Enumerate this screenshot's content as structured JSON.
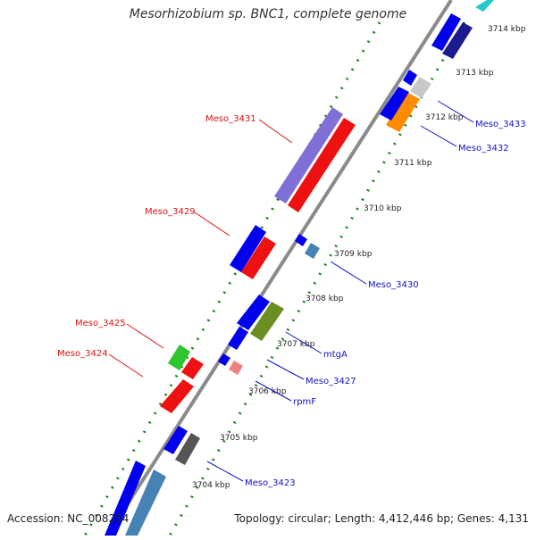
{
  "title": "Mesorhizobium sp. BNC1, complete genome",
  "footer": {
    "accession": "Accession: NC_008254",
    "topology": "Topology: circular; Length: 4,412,446 bp; Genes: 4,131"
  },
  "kbp_labels": [
    "3704 kbp",
    "3705 kbp",
    "3706 kbp",
    "3707 kbp",
    "3708 kbp",
    "3709 kbp",
    "3710 kbp",
    "3711 kbp",
    "3712 kbp",
    "3713 kbp",
    "3714 kbp"
  ],
  "gene_labels_left": [
    "Meso_3431",
    "Meso_3429",
    "Meso_3425",
    "Meso_3424"
  ],
  "gene_labels_right": [
    "Meso_3433",
    "Meso_3432",
    "Meso_3430",
    "mtgA",
    "Meso_3427",
    "rpmF",
    "Meso_3423"
  ],
  "colors": {
    "backbone": "#8a8a8a",
    "dots": "#1a7f1a",
    "label_left": "#dd1111",
    "label_right": "#1111cc",
    "blue": "#0000ee",
    "red": "#ee1111",
    "purple": "#7f6fd6",
    "orange": "#ff8c00",
    "green": "#2ec52e",
    "olive": "#6b8e23",
    "pink": "#f08080",
    "gray": "#555555",
    "silver": "#c8c8c8",
    "steel": "#4682b4",
    "cyan": "#20c8c8"
  }
}
